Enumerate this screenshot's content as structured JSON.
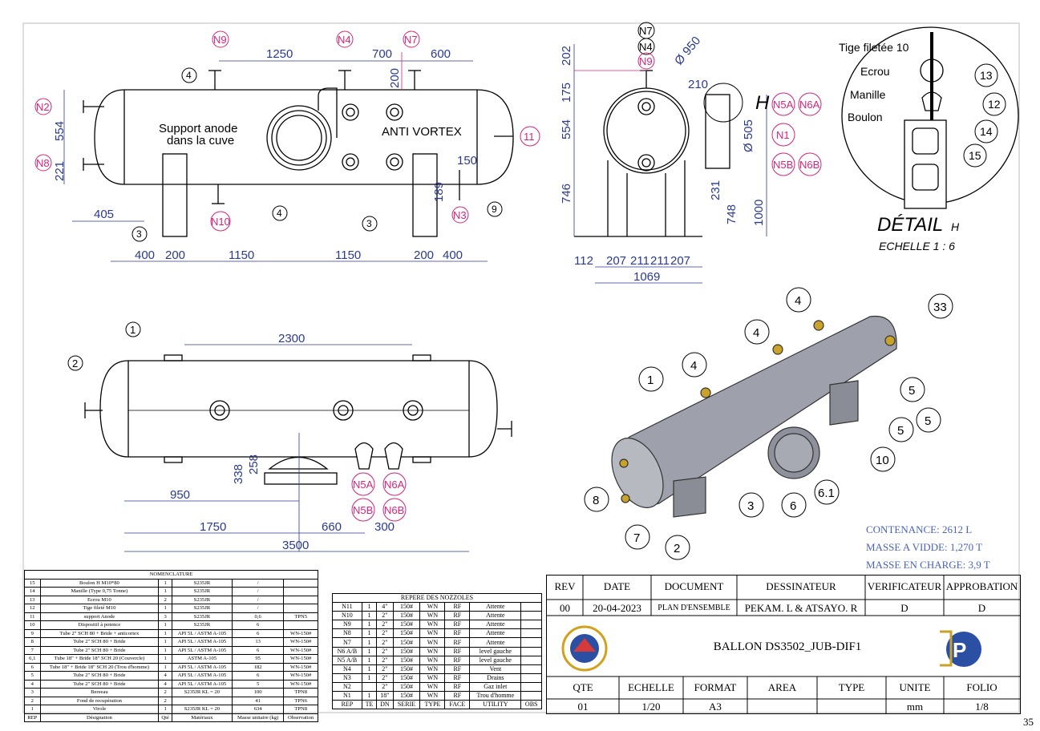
{
  "sheet_number": "35",
  "views": {
    "front_dims": [
      "1250",
      "700",
      "600",
      "200",
      "554",
      "221",
      "405",
      "400",
      "200",
      "1150",
      "1150",
      "200",
      "400",
      "189",
      "150"
    ],
    "nozzles_front": [
      "N9",
      "N4",
      "N7",
      "N2",
      "N8",
      "N10",
      "N3",
      "11"
    ],
    "callouts_front": [
      "4",
      "4",
      "3",
      "3",
      "9"
    ],
    "labels_front": {
      "support_anode": "Support anode",
      "support_anode_2": "dans la cuve",
      "anti_vortex": "ANTI VORTEX"
    },
    "side_dims": [
      "202",
      "175",
      "554",
      "746",
      "210",
      "Ø 950",
      "Ø 505",
      "231",
      "748",
      "1000",
      "112",
      "207",
      "211",
      "211",
      "207",
      "1069"
    ],
    "side_nozzles": [
      "N7",
      "N4",
      "N9",
      "N5A",
      "N6A",
      "N1",
      "N5B",
      "N6B"
    ],
    "detail_mark": "H",
    "detail": {
      "title": "DÉTAIL",
      "letter": "H",
      "scale": "ECHELLE 1 : 6",
      "labels": [
        "Tige filetée 10",
        "Ecrou",
        "Manille",
        "Boulon"
      ],
      "callouts": [
        "13",
        "12",
        "14",
        "15"
      ]
    },
    "top_dims": [
      "2300",
      "950",
      "338",
      "258",
      "1750",
      "660",
      "300",
      "3500"
    ],
    "top_callouts": [
      "1",
      "2"
    ],
    "top_nozzles": [
      "N5A",
      "N6A",
      "N5B",
      "N6B"
    ],
    "iso_callouts": [
      "4",
      "4",
      "4",
      "33",
      "1",
      "5",
      "5",
      "5",
      "10",
      "3",
      "6",
      "6.1",
      "8",
      "7",
      "2"
    ]
  },
  "info": {
    "contenance": "CONTENANCE: 2612 L",
    "masse_vide": "MASSE  A  VIDDE: 1,270 T",
    "masse_charge": "MASSE EN CHARGE: 3,9 T"
  },
  "nomenclature": {
    "title": "NOMENCLATURE",
    "headers": [
      "REP",
      "Désignation",
      "Qté",
      "Matériaux",
      "Masse unitaire (kg)",
      "Observation"
    ],
    "rows": [
      [
        "15",
        "Boulon H M10*80",
        "1",
        "S235JR",
        "/",
        ""
      ],
      [
        "14",
        "Manille (Type 0,75 Tonne)",
        "1",
        "S235JR",
        "/",
        ""
      ],
      [
        "13",
        "Ecrou M10",
        "2",
        "S235JR",
        "/",
        ""
      ],
      [
        "12",
        "Tige fileté M10",
        "1",
        "S235JR",
        "/",
        ""
      ],
      [
        "11",
        "support Anode",
        "3",
        "S235JR",
        "0,6",
        "TPN5"
      ],
      [
        "10",
        "Dispositif à potence",
        "1",
        "S235JR",
        "6",
        ""
      ],
      [
        "9",
        "Tube 2\" SCH 80 + Bride + anticortex",
        "1",
        "API 5L / ASTM A-105",
        "6",
        "WN-150#"
      ],
      [
        "8",
        "Tube 2\" SCH 80 + Bride",
        "1",
        "API 5L / ASTM A-105",
        "13",
        "WN-150#"
      ],
      [
        "7",
        "Tube 2\" SCH 80 + Bride",
        "1",
        "API 5L / ASTM A-105",
        "6",
        "WN-150#"
      ],
      [
        "6,1",
        "Tube 18\" + Bride 18\" SCH 20 (Couvercle)",
        "1",
        "ASTM A-105",
        "95",
        "WN-150#"
      ],
      [
        "6",
        "Tube 18\" + Bride 18\" SCH 20 (Trou d'homme)",
        "1",
        "API 5L / ASTM A-105",
        "182",
        "WN-150#"
      ],
      [
        "5",
        "Tube 2\" SCH 80 + Bride",
        "4",
        "API 5L / ASTM A-105",
        "6",
        "WN-150#"
      ],
      [
        "4",
        "Tube 2\" SCH 80 + Bride",
        "4",
        "API 5L / ASTM A-105",
        "5",
        "WN-150#"
      ],
      [
        "3",
        "Bereeau",
        "2",
        "S235JR KL = 20",
        "100",
        "TPN8"
      ],
      [
        "2",
        "Fond de recupération",
        "2",
        "",
        "41",
        "TPN6"
      ],
      [
        "1",
        "Virole",
        "1",
        "S235JR KL = 20",
        "634",
        "TPN8"
      ]
    ]
  },
  "nozzles_table": {
    "title": "REPERE DES NOZZOLES",
    "headers": [
      "REP",
      "TE",
      "DN",
      "SERIE",
      "TYPE",
      "FACE",
      "UTILITY",
      "OBS"
    ],
    "rows": [
      [
        "N11",
        "1",
        "4\"",
        "150#",
        "WN",
        "RF",
        "Attente",
        ""
      ],
      [
        "N10",
        "1",
        "2\"",
        "150#",
        "WN",
        "RF",
        "Attente",
        ""
      ],
      [
        "N9",
        "1",
        "2\"",
        "150#",
        "WN",
        "RF",
        "Attente",
        ""
      ],
      [
        "N8",
        "1",
        "2\"",
        "150#",
        "WN",
        "RF",
        "Attente",
        ""
      ],
      [
        "N7",
        "1",
        "2\"",
        "150#",
        "WN",
        "RF",
        "Attente",
        ""
      ],
      [
        "N6 A/B",
        "1",
        "2\"",
        "150#",
        "WN",
        "RF",
        "level gauche",
        ""
      ],
      [
        "N5 A/B",
        "1",
        "2\"",
        "150#",
        "WN",
        "RF",
        "level gauche",
        ""
      ],
      [
        "N4",
        "1",
        "2\"",
        "150#",
        "WN",
        "RF",
        "Vent",
        ""
      ],
      [
        "N3",
        "1",
        "2\"",
        "150#",
        "WN",
        "RF",
        "Drains",
        ""
      ],
      [
        "N2",
        "",
        "2\"",
        "150#",
        "WN",
        "RF",
        "Gaz inlet",
        ""
      ],
      [
        "N1",
        "1",
        "18\"",
        "150#",
        "WN",
        "RF",
        "Trou d'homme",
        ""
      ]
    ]
  },
  "title_block": {
    "rev_label": "REV",
    "date_label": "DATE",
    "document_label": "DOCUMENT",
    "dessinateur_label": "DESSINATEUR",
    "verificateur_label": "VERIFICATEUR",
    "approbation_label": "APPROBATION",
    "rev": "00",
    "date": "20-04-2023",
    "document": "PLAN D'ENSEMBLE",
    "dessinateur": "PEKAM. L & ATSAYO. R",
    "verificateur": "D",
    "approbation": "D",
    "drawing_title": "BALLON DS3502_JUB-DIF1",
    "qte_label": "QTE",
    "echelle_label": "ECHELLE",
    "format_label": "FORMAT",
    "area_label": "AREA",
    "type_label": "TYPE",
    "unite_label": "UNITE",
    "folio_label": "FOLIO",
    "qte": "01",
    "echelle": "1/20",
    "format": "A3",
    "unite": "mm",
    "folio": "1/8"
  }
}
